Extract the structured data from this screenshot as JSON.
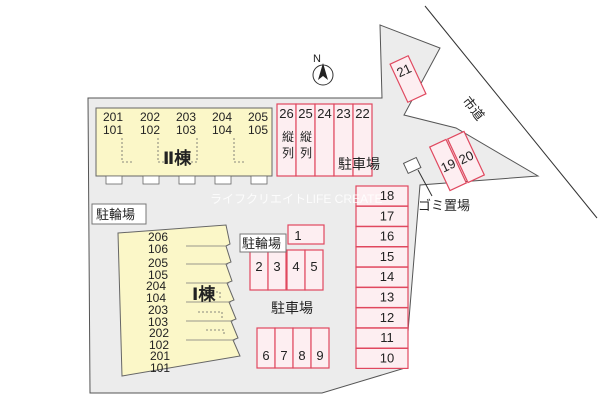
{
  "labels": {
    "north": "N",
    "city_road": "市道",
    "parking_upper": "駐車場",
    "parking_lower": "駐車場",
    "bike_left": "駐輪場",
    "bike_center": "駐輪場",
    "garbage": "ゴミ置場",
    "building_2": "Ⅱ棟",
    "building_1": "Ⅰ棟",
    "tandem_a": "縦列",
    "tandem_b": "縦列",
    "watermark": "ライフクリエイトLIFE CREATE"
  },
  "building_2_units": [
    {
      "top": "201",
      "bottom": "101"
    },
    {
      "top": "202",
      "bottom": "102"
    },
    {
      "top": "203",
      "bottom": "103"
    },
    {
      "top": "204",
      "bottom": "104"
    },
    {
      "top": "205",
      "bottom": "105"
    }
  ],
  "building_1_units": [
    {
      "top": "206",
      "bottom": "106"
    },
    {
      "top": "205",
      "bottom": "105"
    },
    {
      "top": "204",
      "bottom": "104"
    },
    {
      "top": "203",
      "bottom": "103"
    },
    {
      "top": "202",
      "bottom": "102"
    },
    {
      "top": "201",
      "bottom": "101"
    }
  ],
  "parking": {
    "top_row": [
      "26",
      "25",
      "24",
      "23",
      "22"
    ],
    "corner": "21",
    "right_pair": [
      "19",
      "20"
    ],
    "right_column": [
      "18",
      "17",
      "16",
      "15",
      "14",
      "13",
      "12",
      "11",
      "10"
    ],
    "center_single": "1",
    "center_row": [
      "2",
      "3",
      "4",
      "5"
    ],
    "bottom_row": [
      "6",
      "7",
      "8",
      "9"
    ]
  },
  "colors": {
    "site_fill": "#ececec",
    "building_fill": "#fbf7c8",
    "parking_fill": "#fdeef1",
    "parking_stroke": "#e0485f"
  }
}
